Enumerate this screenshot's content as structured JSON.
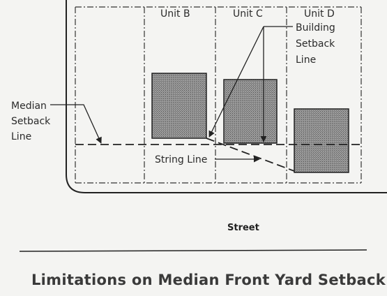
{
  "units": [
    {
      "label": "Unit B"
    },
    {
      "label": "Unit C"
    },
    {
      "label": "Unit D"
    }
  ],
  "labels": {
    "building_setback": [
      "Building",
      "Setback",
      "Line"
    ],
    "median_setback": [
      "Median",
      "Setback",
      "Line"
    ],
    "string_line": "String Line",
    "street": "Street"
  },
  "caption": "Limitations on Median Front Yard Setback",
  "colors": {
    "building_fill": "#8c8c8c",
    "line": "#222222"
  }
}
